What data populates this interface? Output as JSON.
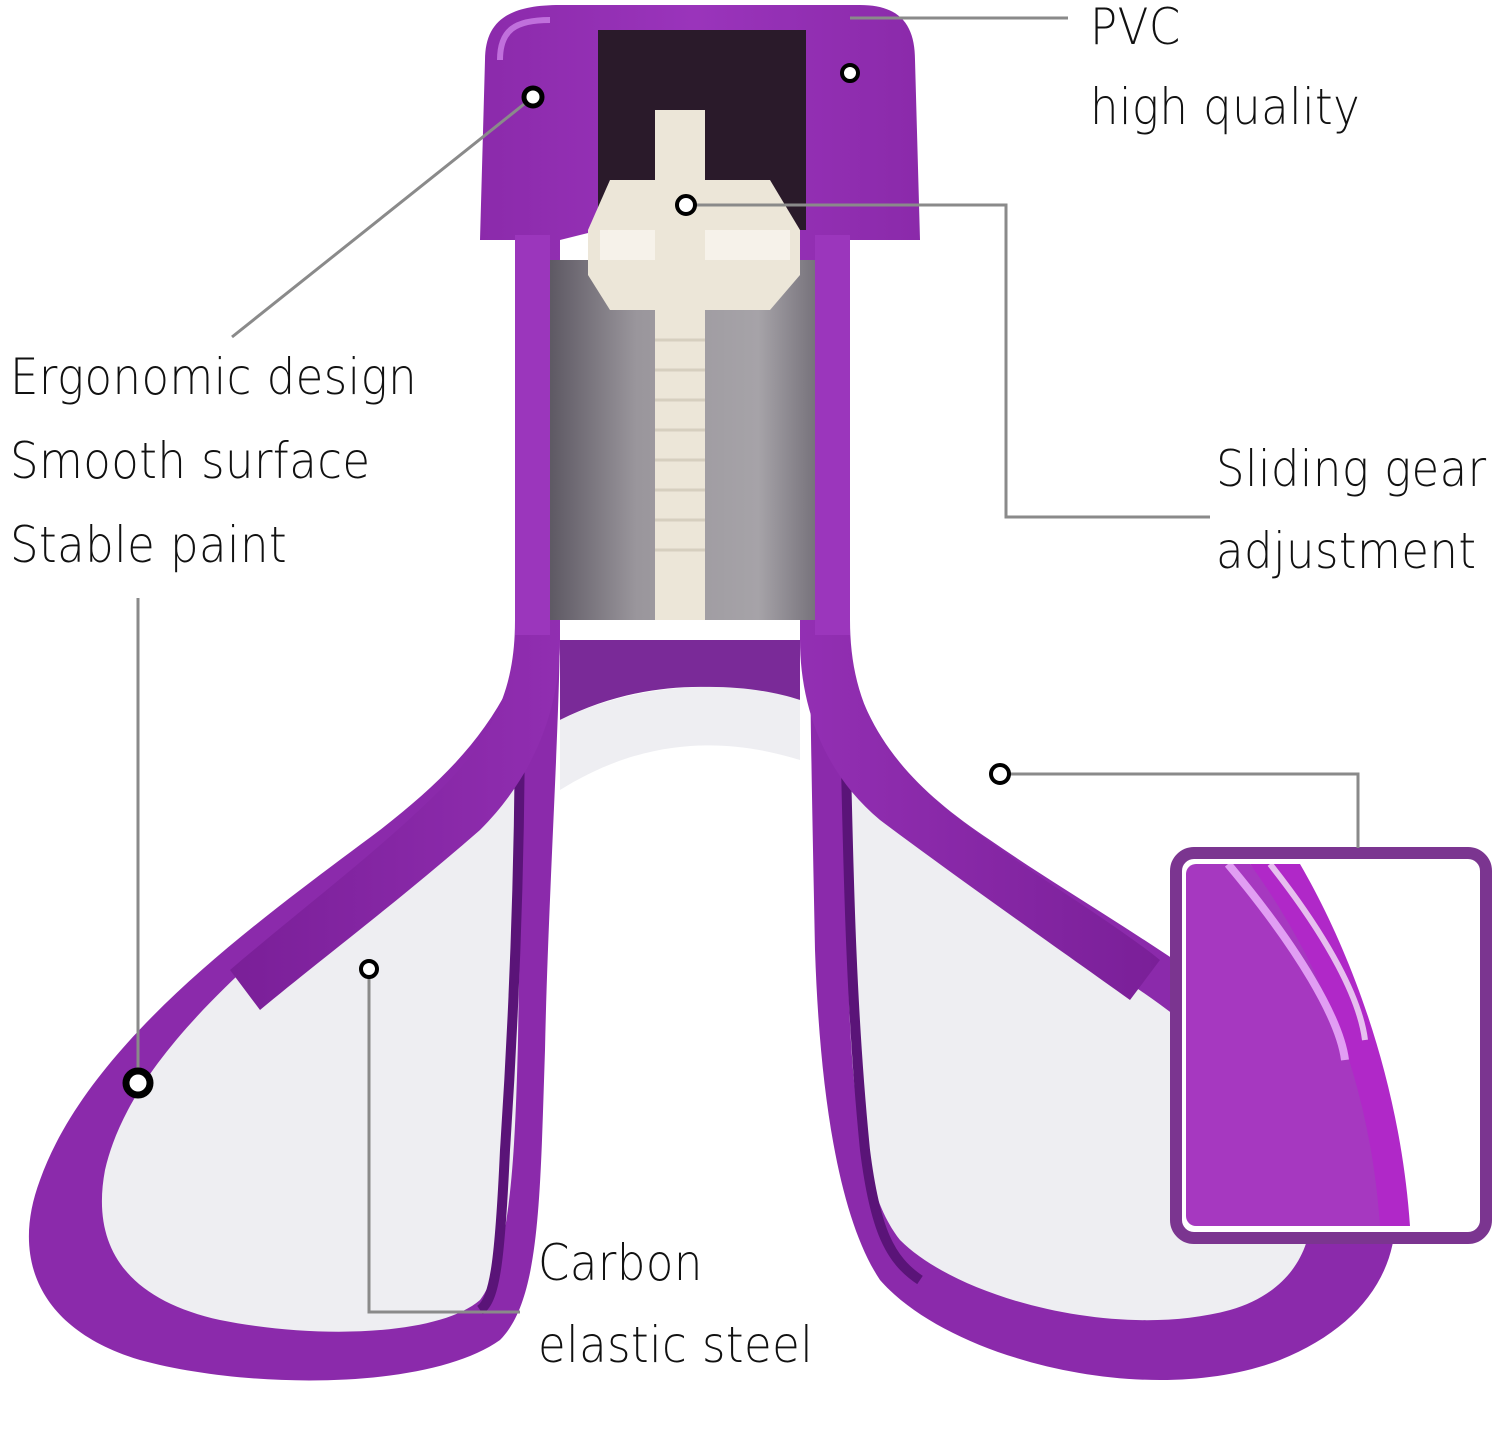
{
  "diagram": {
    "subject": "purple pelvic floor / thigh trainer with sliding gear",
    "colors": {
      "frame_purple": "#8a2aa8",
      "frame_purple_dark": "#6a1a88",
      "frame_highlight": "#b75ad2",
      "gear_cream": "#ece6d8",
      "metal_gray": "#8d8a90",
      "inner_white": "#eeeef2",
      "inset_border": "#7b3590",
      "inset_fill": "#a63ac0",
      "callout_line": "#8a8a8a",
      "text": "#111111"
    },
    "callouts": [
      {
        "id": "pvc",
        "lines": [
          "PVC",
          "high quality"
        ]
      },
      {
        "id": "ergonomic",
        "lines": [
          "Ergonomic design",
          "Smooth surface",
          "Stable paint"
        ]
      },
      {
        "id": "sliding-gear",
        "lines": [
          "Sliding gear",
          "adjustment"
        ]
      },
      {
        "id": "carbon-steel",
        "lines": [
          "Carbon",
          "elastic steel"
        ]
      }
    ],
    "inset": {
      "description": "zoomed detail of purple frame surface"
    }
  }
}
